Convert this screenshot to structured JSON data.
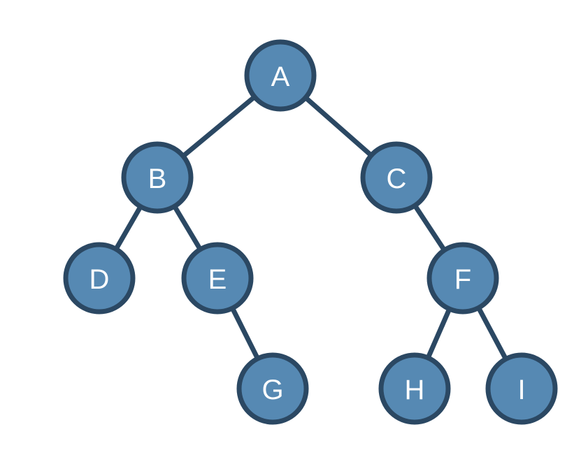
{
  "diagram": {
    "type": "binary-tree",
    "colors": {
      "node_fill": "#5689b3",
      "node_stroke": "#2b4863",
      "edge": "#2b4863",
      "label": "#ffffff",
      "background": "#ffffff"
    },
    "nodes": [
      {
        "id": "A",
        "label": "A"
      },
      {
        "id": "B",
        "label": "B"
      },
      {
        "id": "C",
        "label": "C"
      },
      {
        "id": "D",
        "label": "D"
      },
      {
        "id": "E",
        "label": "E"
      },
      {
        "id": "F",
        "label": "F"
      },
      {
        "id": "G",
        "label": "G"
      },
      {
        "id": "H",
        "label": "H"
      },
      {
        "id": "I",
        "label": "I"
      }
    ],
    "edges": [
      {
        "from": "A",
        "to": "B"
      },
      {
        "from": "A",
        "to": "C"
      },
      {
        "from": "B",
        "to": "D"
      },
      {
        "from": "B",
        "to": "E"
      },
      {
        "from": "E",
        "to": "G"
      },
      {
        "from": "C",
        "to": "F"
      },
      {
        "from": "F",
        "to": "H"
      },
      {
        "from": "F",
        "to": "I"
      }
    ]
  }
}
